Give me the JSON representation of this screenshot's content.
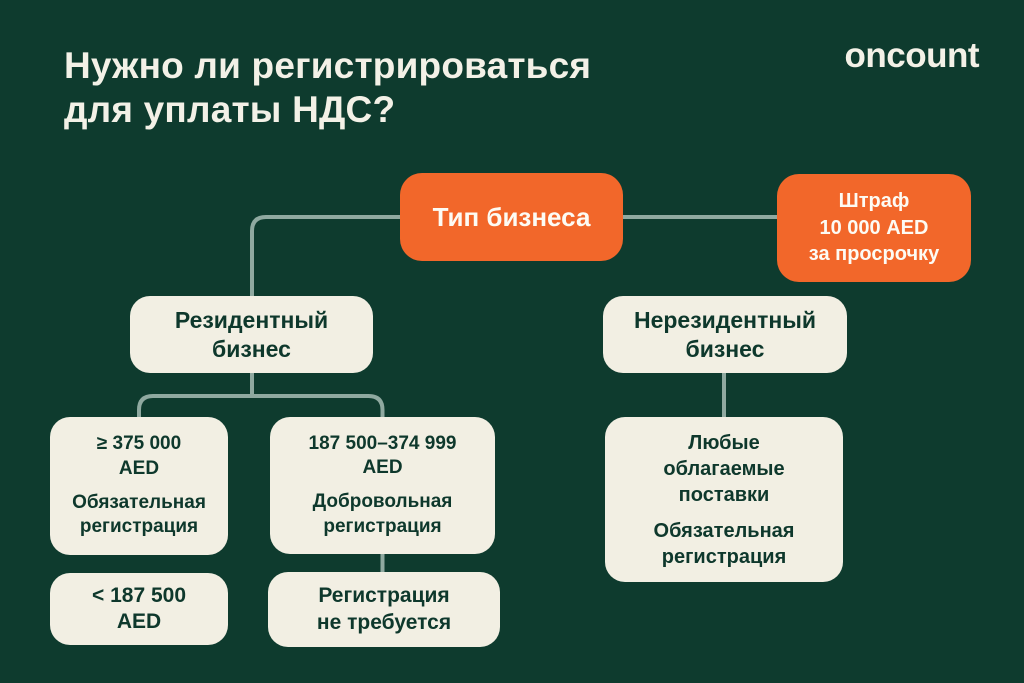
{
  "colors": {
    "background": "#0e3b2e",
    "accent_orange": "#f2672a",
    "card_cream": "#f2efe3",
    "text_light": "#f3f1e7",
    "text_dark": "#0e382c",
    "connector": "#8fa9a0"
  },
  "header": {
    "title_lines": [
      "Нужно ли регистрироваться",
      "для уплаты НДС?"
    ],
    "brand": "oncount"
  },
  "flow": {
    "business_type": {
      "label": "Тип бизнеса"
    },
    "penalty": {
      "lines": [
        "Штраф",
        "10 000 AED",
        "за просрочку"
      ]
    },
    "resident": {
      "lines": [
        "Резидентный",
        "бизнес"
      ]
    },
    "nonresident": {
      "lines": [
        "Нерезидентный",
        "бизнес"
      ]
    },
    "resident_mandatory": {
      "amount_lines": [
        "≥ 375 000",
        "AED"
      ],
      "action_lines": [
        "Обязательная",
        "регистрация"
      ]
    },
    "resident_voluntary": {
      "amount_lines": [
        "187 500–374 999",
        "AED"
      ],
      "action_lines": [
        "Добровольная",
        "регистрация"
      ]
    },
    "nonresident_rule": {
      "condition_lines": [
        "Любые",
        "облагаемые",
        "поставки"
      ],
      "action_lines": [
        "Обязательная",
        "регистрация"
      ]
    },
    "below_threshold": {
      "amount_lines": [
        "< 187 500",
        "AED"
      ]
    },
    "no_registration": {
      "lines": [
        "Регистрация",
        "не требуется"
      ]
    }
  }
}
